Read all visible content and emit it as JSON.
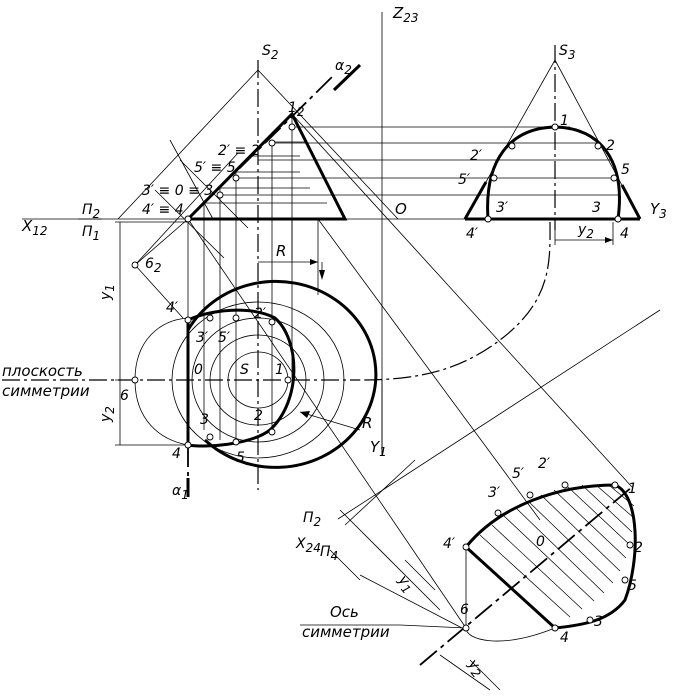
{
  "labels": {
    "Z23": "Z",
    "Z23_sub": "23",
    "S2": "S",
    "S2_sub": "2",
    "S3": "S",
    "S3_sub": "3",
    "alpha2": "α",
    "alpha2_sub": "2",
    "alpha1": "α",
    "alpha1_sub": "1",
    "p1_2": "1",
    "p1_2_sub": "2",
    "p2prime_2": "2′ ≡ 2",
    "p5prime_2": "5′ ≡ 5",
    "p3prime_2": "3′ ≡ 0 ≡ 3",
    "p4prime_2": "4′ ≡ 4",
    "p6_2": "6",
    "X12": "X",
    "X12_sub": "12",
    "Pi2": "П",
    "Pi2_sub": "2",
    "Pi1": "П",
    "Pi1_sub": "1",
    "O": "O",
    "Y3": "Y",
    "Y3_sub": "3",
    "R_top": "R",
    "R_bottom": "R",
    "y1_left": "y",
    "y1_left_sub": "1",
    "y2_left": "y",
    "y2_left_sub": "2",
    "y2_side": "y",
    "y2_side_sub": "2",
    "plane_sym_1": "плоскость",
    "plane_sym_2": "симметрии",
    "p4prime_1": "4′",
    "p3prime_1": "3′",
    "p5prime_1": "5′",
    "p2prime_1": "2′",
    "O1": "0",
    "S1": "S",
    "p1_1": "1",
    "p6_1": "6",
    "p3_1": "3",
    "p2_1": "2",
    "p4_1": "4",
    "p5_1": "5",
    "Y1": "Y",
    "Y1_sub": "1",
    "p1_3": "1",
    "p2prime_3": "2′",
    "p2_3": "2",
    "p5prime_3": "5′",
    "p5_3": "5",
    "p3prime_3": "3′",
    "p3_3": "3",
    "p4prime_3": "4′",
    "p4_3": "4",
    "p1_4": "1",
    "p2prime_4": "2′",
    "p5prime_4": "5′",
    "p3prime_4": "3′",
    "p4prime_4": "4′",
    "O4": "0",
    "p2_4": "2",
    "p5_4": "5",
    "p3_4": "3",
    "p4_4": "4",
    "p6_4": "6",
    "Pi2_b": "П",
    "Pi2_b_sub": "2",
    "X24": "X",
    "X24_sub": "24",
    "Pi4": "П",
    "Pi4_sub": "4",
    "y1_aux": "y",
    "y1_aux_sub": "1",
    "y2_aux": "y",
    "y2_aux_sub": "2",
    "axis_sym_1": "Ось",
    "axis_sym_2": "симметрии"
  }
}
